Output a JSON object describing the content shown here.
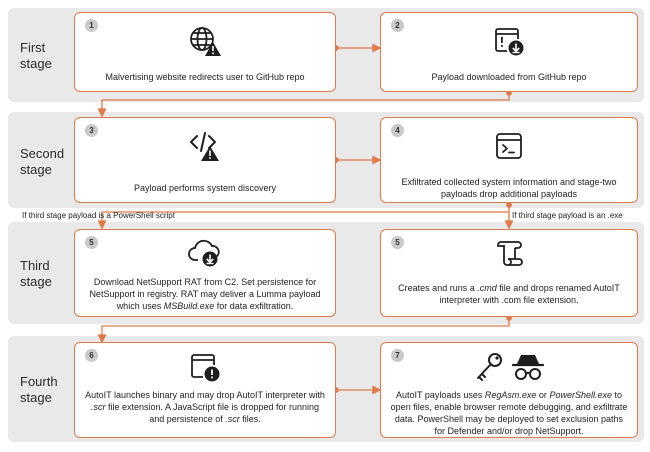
{
  "stages": [
    {
      "label": "First\nstage"
    },
    {
      "label": "Second\nstage"
    },
    {
      "label": "Third\nstage"
    },
    {
      "label": "Fourth\nstage"
    }
  ],
  "steps": {
    "s1": {
      "num": "1",
      "icon": "globe-warning-icon",
      "text": "Malvertising website redirects user to GitHub repo"
    },
    "s2": {
      "num": "2",
      "icon": "window-download-icon",
      "text": "Payload downloaded from GitHub repo"
    },
    "s3": {
      "num": "3",
      "icon": "code-warning-icon",
      "text": "Payload performs system discovery"
    },
    "s4": {
      "num": "4",
      "icon": "terminal-window-icon",
      "text": "Exfiltrated collected system information and stage-two payloads drop additional payloads"
    },
    "s5a": {
      "num": "5",
      "icon": "cloud-download-icon",
      "text_parts": [
        "Download NetSupport RAT from C2. Set persistence for NetSupport in registry. RAT may deliver a Lumma payload which uses ",
        "MSBuild.exe",
        " for data exfiltration."
      ]
    },
    "s5b": {
      "num": "5",
      "icon": "script-scroll-icon",
      "text_parts": [
        "Creates and runs a ",
        ".cmd",
        " file and drops renamed AutoIT interpreter with .com file extension."
      ]
    },
    "s6": {
      "num": "6",
      "icon": "window-alert-icon",
      "text_parts": [
        "AutoIT launches binary and may drop AutoIT interpreter with ",
        ".scr",
        " file extension. A JavaScript file is dropped for running and persistence of ",
        ".scr",
        " files."
      ]
    },
    "s7": {
      "num": "7",
      "icon": "key-spy-icon",
      "text_parts": [
        "AutoIT payloads uses ",
        "RegAsm.exe",
        " or ",
        "PowerShell.exe",
        " to open files, enable browser remote debugging, and exfiltrate data. PowerShell may be deployed to set exclusion paths for Defender and/or drop NetSupport."
      ]
    }
  },
  "branches": {
    "left": "If third stage payload is a PowerShell script",
    "right": "If third stage payload is an .exe"
  },
  "colors": {
    "accent": "#e07a4a",
    "band": "#e9e9e9",
    "badge": "#c9c9c9"
  }
}
